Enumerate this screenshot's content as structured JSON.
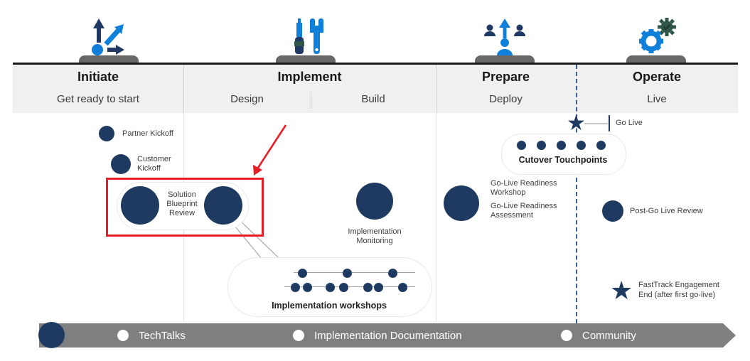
{
  "colors": {
    "navy": "#1f3a60",
    "bright_blue": "#0f7fd9",
    "dark_icon_navy": "#1f3864",
    "green_gear": "#2e5748",
    "bar_gray": "#7f7f7f",
    "platform_gray": "#686868",
    "band_gray": "#f0f0f0",
    "red_annotation": "#e61e25",
    "dashed_blue": "#3c6291"
  },
  "phases": [
    {
      "title": "Initiate",
      "subs": [
        "Get ready to start"
      ],
      "icon": "route-arrows-icon"
    },
    {
      "title": "Implement",
      "subs": [
        "Design",
        "Build"
      ],
      "icon": "tools-icon"
    },
    {
      "title": "Prepare",
      "subs": [
        "Deploy"
      ],
      "icon": "people-uplift-icon"
    },
    {
      "title": "Operate",
      "subs": [
        "Live"
      ],
      "icon": "gears-icon"
    }
  ],
  "milestones": {
    "partner_kickoff": "Partner Kickoff",
    "customer_kickoff": "Customer Kickoff",
    "solution_blueprint_review": "Solution Blueprint Review",
    "implementation_monitoring": "Implementation Monitoring",
    "implementation_workshops": "Implementation workshops",
    "cutover_touchpoints": "Cutover Touchpoints",
    "go_live": "Go Live",
    "golive_readiness_workshop": "Go-Live Readiness Workshop",
    "golive_readiness_assessment": "Go-Live Readiness Assessment",
    "post_golive_review": "Post-Go Live Review",
    "fasttrack_end": "FastTrack Engagement End (after first go-live)"
  },
  "dot_rows": [
    {
      "id": "workshops-top",
      "origin": 320,
      "dots": [
        425,
        488,
        552
      ]
    },
    {
      "id": "workshops-bottom",
      "origin": 320,
      "dots": [
        415,
        432,
        464,
        483,
        517,
        532,
        566
      ]
    },
    {
      "id": "cutover",
      "origin": 705,
      "dots": [
        733,
        761,
        789,
        817,
        845
      ]
    }
  ],
  "bottom_bar": {
    "items": [
      "TechTalks",
      "Implementation Documentation",
      "Community"
    ]
  }
}
